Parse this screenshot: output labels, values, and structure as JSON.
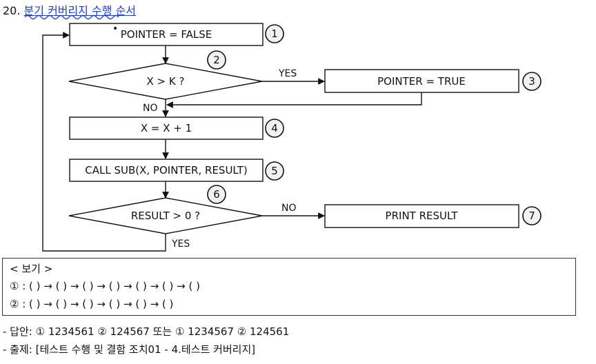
{
  "title": {
    "number": "20.",
    "text": "분기 커버리지 수행 순서"
  },
  "steps": {
    "s1": "POINTER = FALSE",
    "s1_mark": "•",
    "s2": "X > K ?",
    "s3": "POINTER = TRUE",
    "s4": "X = X + 1",
    "s5": "CALL SUB(X, POINTER, RESULT)",
    "s6": "RESULT > 0 ?",
    "s7": "PRINT RESULT"
  },
  "circles": {
    "c1": "1",
    "c2": "2",
    "c3": "3",
    "c4": "4",
    "c5": "5",
    "c6": "6",
    "c7": "7"
  },
  "edges": {
    "yes1": "YES",
    "no1": "NO",
    "no2": "NO",
    "yes2": "YES"
  },
  "bogi": {
    "header": "< 보기 >",
    "line1": "① : (   ) → (   ) → (   ) → (   ) → (   ) → (   ) → (   )",
    "line2": "② : (   ) → (   ) → (   ) → (   ) → (   ) → (   )"
  },
  "answer": "- 답안: ① 1234561  ② 124567  또는  ① 1234567  ② 124561",
  "source": "- 출제: [테스트 수행 및 결함 조치01 - 4.테스트 커버리지]"
}
